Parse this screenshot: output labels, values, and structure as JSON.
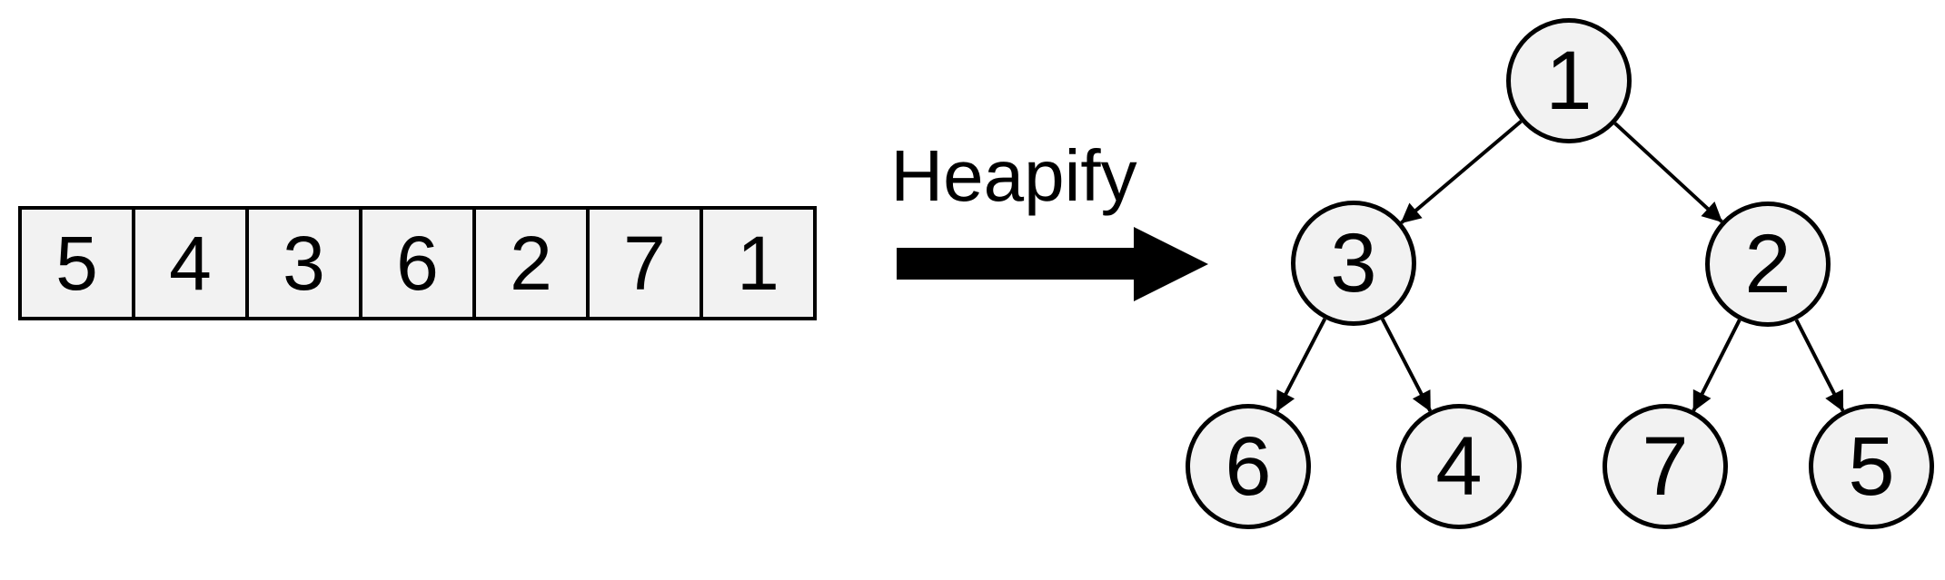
{
  "diagram": {
    "description": "Array heapified into a binary min-heap tree",
    "array": {
      "values": [
        "5",
        "4",
        "3",
        "6",
        "2",
        "7",
        "1"
      ]
    },
    "arrow_label": "Heapify",
    "tree": {
      "nodes": [
        {
          "label": "1",
          "level": 0
        },
        {
          "label": "3",
          "level": 1
        },
        {
          "label": "2",
          "level": 1
        },
        {
          "label": "6",
          "level": 2
        },
        {
          "label": "4",
          "level": 2
        },
        {
          "label": "7",
          "level": 2
        },
        {
          "label": "5",
          "level": 2
        }
      ],
      "edges": [
        [
          "1",
          "3"
        ],
        [
          "1",
          "2"
        ],
        [
          "3",
          "6"
        ],
        [
          "3",
          "4"
        ],
        [
          "2",
          "7"
        ],
        [
          "2",
          "5"
        ]
      ],
      "level_order": [
        "1",
        "3",
        "2",
        "6",
        "4",
        "7",
        "5"
      ]
    },
    "colors": {
      "node_fill": "#f2f2f2",
      "stroke": "#000000",
      "background": "#ffffff"
    }
  }
}
